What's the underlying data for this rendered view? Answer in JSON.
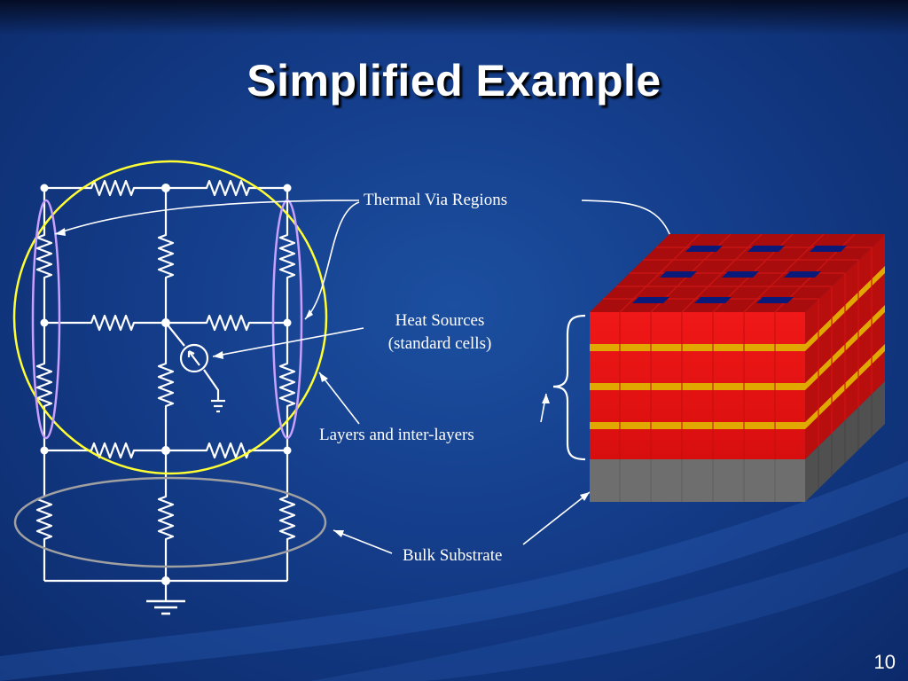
{
  "slide": {
    "title": "Simplified Example",
    "page_number": "10"
  },
  "labels": {
    "thermal_via": "Thermal Via Regions",
    "heat_sources_line1": "Heat Sources",
    "heat_sources_line2": "(standard cells)",
    "layers": "Layers and inter-layers",
    "bulk": "Bulk Substrate"
  },
  "colors": {
    "background": "#143d8a",
    "wire": "#ffffff",
    "yellow_circle": "#ffff33",
    "via_ellipse": "#c8a0ff",
    "substrate_ellipse": "#a0a0a0",
    "layer_red": "#e81414",
    "inter_layer": "#e0a800",
    "via": "#0a1a78",
    "substrate": "#6e6e6e"
  },
  "icons": [
    "resistor-symbol",
    "current-source-symbol",
    "ground-symbol",
    "curly-brace"
  ]
}
